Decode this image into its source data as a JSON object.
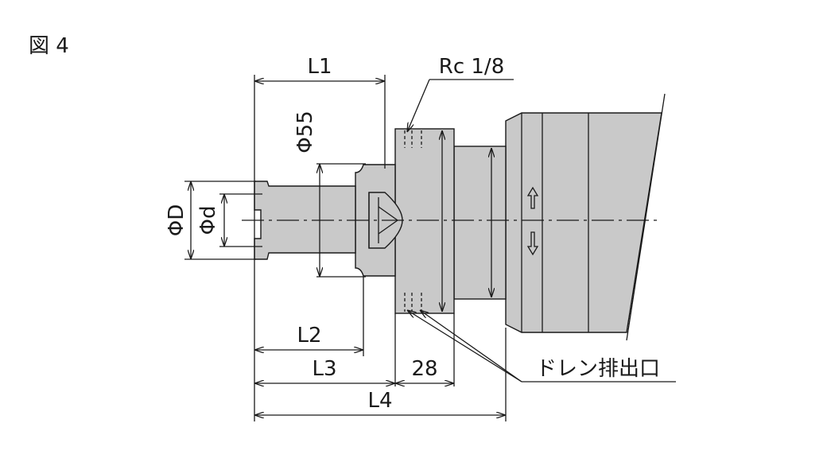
{
  "figure_label": "図 4",
  "dims": {
    "l1": "L1",
    "l2": "L2",
    "l3": "L3",
    "l4": "L4",
    "width_28": "28",
    "phi55": "Φ55",
    "phiD": "ΦD",
    "phid": "Φd"
  },
  "callouts": {
    "port": "Rc 1/8",
    "drain": "ドレン排出口"
  }
}
